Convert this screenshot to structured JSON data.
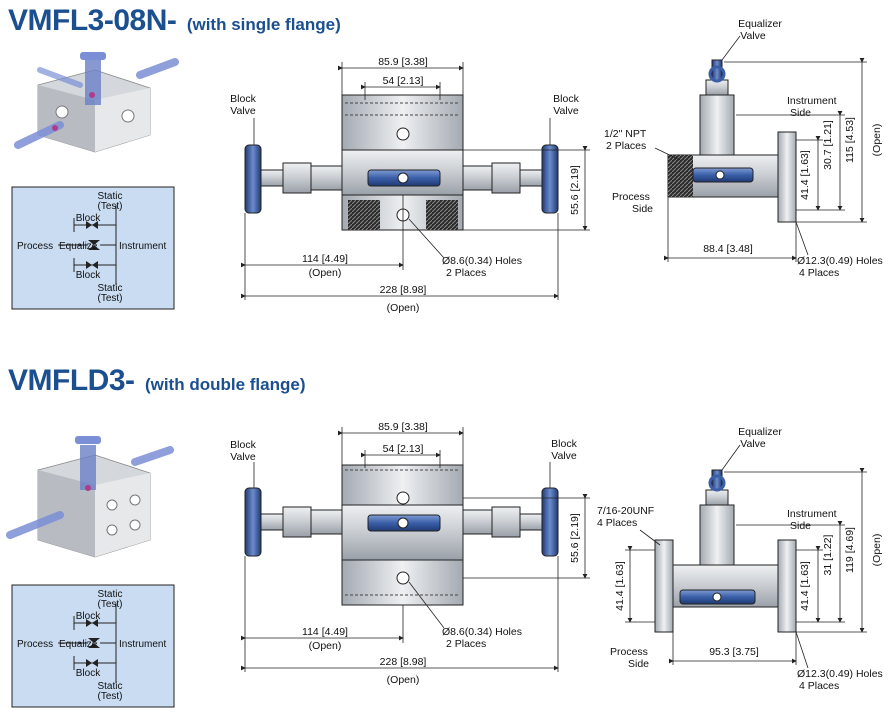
{
  "section1": {
    "model": "VMFL3-08N-",
    "subtitle": "(with single flange)",
    "schematic": {
      "static_top": "Static",
      "test_top": "(Test)",
      "block_top": "Block",
      "process": "Process",
      "equalize": "Equalize",
      "instrument": "Instrument",
      "block_bottom": "Block",
      "static_bottom": "Static",
      "test_bottom": "(Test)"
    },
    "front": {
      "block_valve_left_1": "Block",
      "block_valve_left_2": "Valve",
      "block_valve_right_1": "Block",
      "block_valve_right_2": "Valve",
      "dim_width": "85.9 [3.38]",
      "dim_inner": "54 [2.13]",
      "dim_height": "55.6 [2.19]",
      "dim_half": "114 [4.49]",
      "dim_half_note": "(Open)",
      "dim_total": "228 [8.98]",
      "dim_total_note": "(Open)",
      "holes_1": "Ø8.6(0.34) Holes",
      "holes_2": "2 Places"
    },
    "side": {
      "equalizer_1": "Equalizer",
      "equalizer_2": "Valve",
      "instrument_1": "Instrument",
      "instrument_2": "Side",
      "npt_1": "1/2\" NPT",
      "npt_2": "2 Places",
      "process_1": "Process",
      "process_2": "Side",
      "dim_depth": "88.4 [3.48]",
      "dim_h1": "41.4 [1.63]",
      "dim_h2": "30.7 [1.21]",
      "dim_h3": "115 [4.53]",
      "dim_h3_note": "(Open)",
      "holes_1": "Ø12.3(0.49) Holes",
      "holes_2": "4 Places"
    }
  },
  "section2": {
    "model": "VMFLD3-",
    "subtitle": "(with double flange)",
    "schematic": {
      "static_top": "Static",
      "test_top": "(Test)",
      "block_top": "Block",
      "process": "Process",
      "equalize": "Equalize",
      "instrument": "Instrument",
      "block_bottom": "Block",
      "static_bottom": "Static",
      "test_bottom": "(Test)"
    },
    "front": {
      "block_valve_left_1": "Block",
      "block_valve_left_2": "Valve",
      "block_valve_right_1": "Block",
      "block_valve_right_2": "Valve",
      "dim_width": "85.9 [3.38]",
      "dim_inner": "54 [2.13]",
      "dim_height": "55.6 [2.19]",
      "dim_half": "114 [4.49]",
      "dim_half_note": "(Open)",
      "dim_total": "228 [8.98]",
      "dim_total_note": "(Open)",
      "holes_1": "Ø8.6(0.34) Holes",
      "holes_2": "2 Places"
    },
    "side": {
      "equalizer_1": "Equalizer",
      "equalizer_2": "Valve",
      "instrument_1": "Instrument",
      "instrument_2": "Side",
      "unf_1": "7/16-20UNF",
      "unf_2": "4 Places",
      "process_1": "Process",
      "process_2": "Side",
      "dim_depth": "95.3 [3.75]",
      "dim_h_left": "41.4 [1.63]",
      "dim_h1": "41.4 [1.63]",
      "dim_h2": "31 [1.22]",
      "dim_h3": "119 [4.69]",
      "dim_h3_note": "(Open)",
      "holes_1": "Ø12.3(0.49) Holes",
      "holes_2": "4 Places"
    }
  },
  "colors": {
    "title": "#1b4f8f",
    "schematic_bg": "#c9dcf2",
    "metal": "#cfd3d8",
    "metal_dark": "#9aa0a8",
    "handle": "#3a5fa8"
  }
}
